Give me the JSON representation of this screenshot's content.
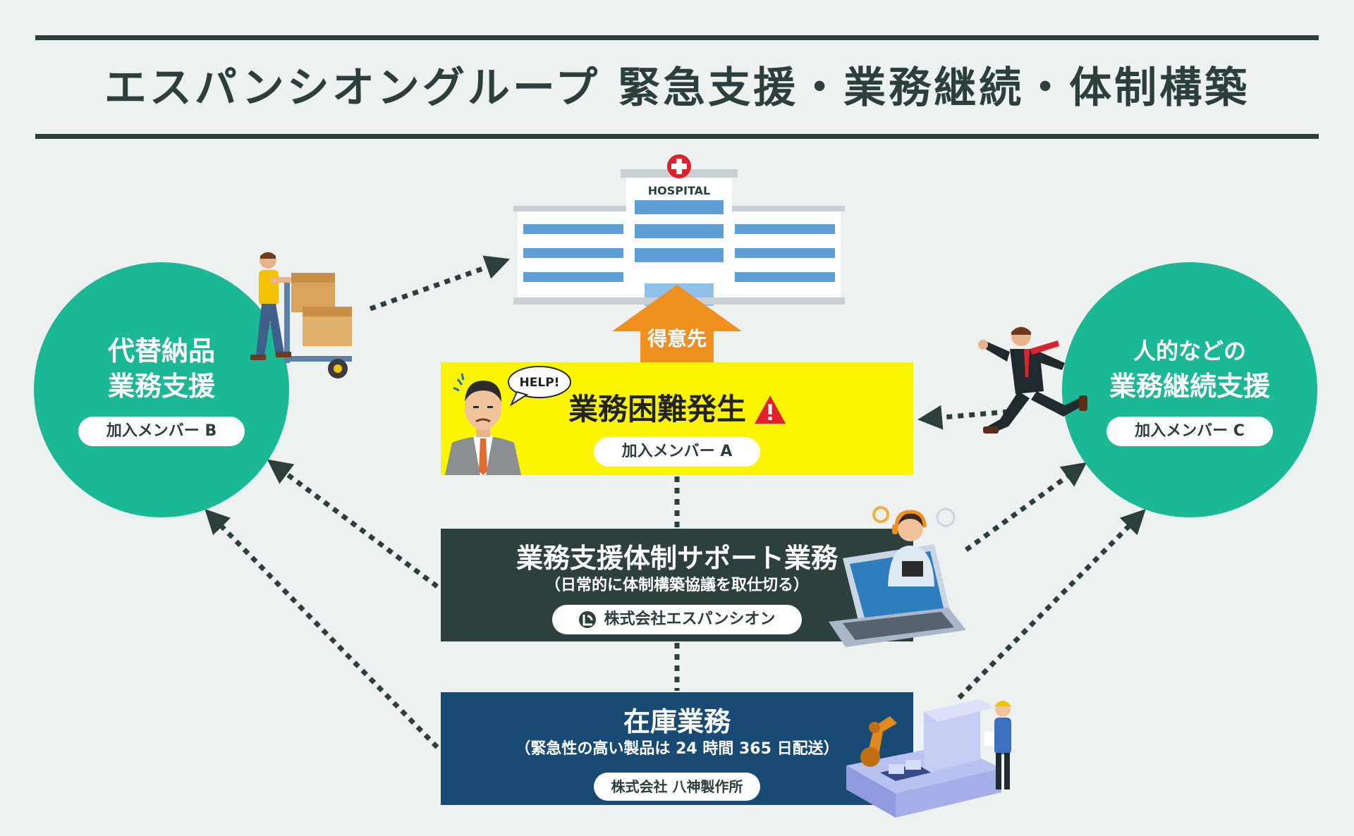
{
  "title": "エスパンシオングループ 緊急支援・業務継続・体制構築",
  "hospital": {
    "sign": "HOSPITAL",
    "arrow_label": "得意先"
  },
  "left_circle": {
    "line1": "代替納品",
    "line2": "業務支援",
    "badge": "加入メンバー B"
  },
  "right_circle": {
    "line1": "人的などの",
    "line2": "業務継続支援",
    "badge": "加入メンバー C"
  },
  "trouble_box": {
    "title": "業務困難発生",
    "badge": "加入メンバー A",
    "speech": "HELP!"
  },
  "support_box": {
    "title": "業務支援体制サポート業務",
    "subtitle": "（日常的に体制構築協議を取仕切る）",
    "badge": "株式会社エスパンシオン"
  },
  "inventory_box": {
    "title": "在庫業務",
    "subtitle": "（緊急性の高い製品は 24 時間 365 日配送）",
    "badge": "株式会社 八神製作所"
  },
  "colors": {
    "green": "#1ab895",
    "yellow": "#fbf600",
    "dark": "#2e403e",
    "navy": "#184a73",
    "orange": "#f0901e",
    "warning": "#e0202a"
  }
}
